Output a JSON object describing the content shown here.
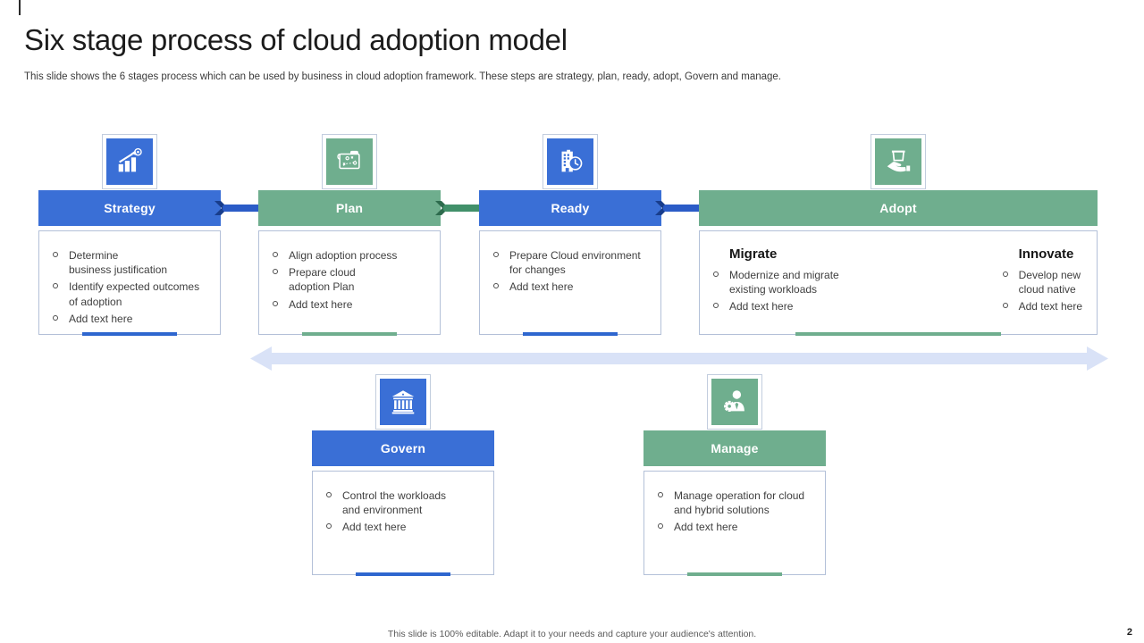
{
  "slide": {
    "title": "Six stage process of cloud adoption model",
    "subtitle": "This slide shows the 6 stages process which can be used by business in cloud adoption framework. These steps are strategy, plan, ready,  adopt, Govern and manage.",
    "footer_note": "This slide is 100% editable.  Adapt it to your needs and capture your audience's attention.",
    "page_number": "2"
  },
  "colors": {
    "stage_blue": "#3a6fd6",
    "stage_green": "#6fae8e",
    "connector_blue": "#2b5cc7",
    "connector_blue_dark": "#183d8c",
    "connector_green": "#41906a",
    "connector_green_dark": "#2d6b4d",
    "timeline_arrow": "#d9e2f7"
  },
  "stages": [
    {
      "name": "Strategy",
      "theme": "blue",
      "icon": "growth-chart-icon",
      "bullets": [
        "Determine\nbusiness justification",
        "Identify expected outcomes\nof adoption",
        "Add text here"
      ]
    },
    {
      "name": "Plan",
      "theme": "green",
      "icon": "tactical-plan-icon",
      "bullets": [
        "Align adoption process",
        "Prepare cloud\nadoption Plan",
        "Add text here"
      ]
    },
    {
      "name": "Ready",
      "theme": "blue",
      "icon": "building-clock-icon",
      "bullets": [
        "Prepare Cloud environment\nfor changes",
        "Add text here"
      ]
    },
    {
      "name": "Adopt",
      "theme": "green",
      "icon": "hand-box-icon",
      "subsections": [
        {
          "title": "Migrate",
          "bullets": [
            "Modernize and migrate\nexisting workloads",
            "Add text here"
          ]
        },
        {
          "title": "Innovate",
          "bullets": [
            "Develop new\ncloud native",
            "Add text here"
          ]
        }
      ]
    },
    {
      "name": "Govern",
      "theme": "blue",
      "icon": "bank-building-icon",
      "bullets": [
        "Control the workloads\nand environment",
        "Add text here"
      ]
    },
    {
      "name": "Manage",
      "theme": "green",
      "icon": "person-gear-icon",
      "bullets": [
        "Manage operation for cloud\nand hybrid solutions",
        "Add text here"
      ]
    }
  ]
}
